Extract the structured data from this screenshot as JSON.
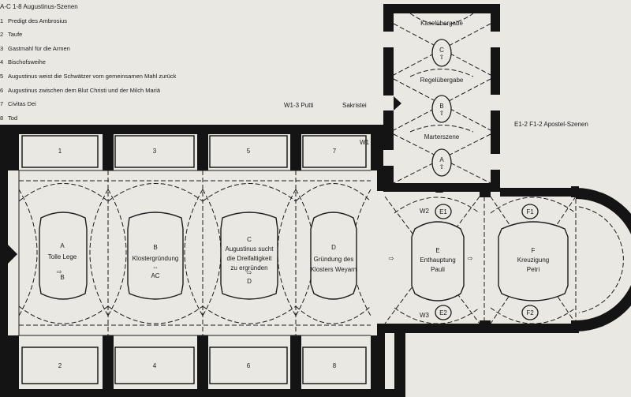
{
  "legend": {
    "header": "A-C  1-8  Augustinus-Szenen",
    "items": [
      {
        "num": "1",
        "label": "Predigt des Ambrosius"
      },
      {
        "num": "2",
        "label": "Taufe"
      },
      {
        "num": "3",
        "label": "Gastmahl für die Armen"
      },
      {
        "num": "4",
        "label": "Bischofsweihe"
      },
      {
        "num": "5",
        "label": "Augustinus weist die Schwätzer vom gemeinsamen Mahl zurück"
      },
      {
        "num": "6",
        "label": "Augustinus zwischen dem Blut Christi und der Milch Mariä"
      },
      {
        "num": "7",
        "label": "Civitas Dei"
      },
      {
        "num": "8",
        "label": "Tod"
      }
    ]
  },
  "labels": {
    "putti": "W1-3  Putti",
    "sakristei": "Sakristei",
    "apostel": "E1-2  F1-2  Apostel-Szenen",
    "w1": "W1",
    "w2": "W2",
    "w3": "W3"
  },
  "sacristy": [
    {
      "title": "Kaselübergabe",
      "letter": "C"
    },
    {
      "title": "Regelübergabe",
      "letter": "B"
    },
    {
      "title": "Marterszene",
      "letter": "A"
    }
  ],
  "bays": [
    {
      "letter": "A",
      "lines": [
        "Tolle Lege"
      ],
      "ref": "B",
      "top": "1",
      "bottom": "2"
    },
    {
      "letter": "B",
      "lines": [
        "Klostergründung"
      ],
      "ref": "AC",
      "top": "3",
      "bottom": "4"
    },
    {
      "letter": "C",
      "lines": [
        "Augustinus sucht",
        "die Dreifaltigkeit",
        "zu ergründen"
      ],
      "ref": "D",
      "top": "5",
      "bottom": "6"
    },
    {
      "letter": "D",
      "lines": [
        "Gründung des",
        "Klosters Weyarn"
      ],
      "ref": "",
      "top": "7",
      "bottom": "8"
    }
  ],
  "choir": [
    {
      "letter": "E",
      "lines": [
        "Enthauptung",
        "Pauli"
      ],
      "top": "E1",
      "bottom": "E2"
    },
    {
      "letter": "F",
      "lines": [
        "Kreuzigung",
        "Petri"
      ],
      "top": "F1",
      "bottom": "F2"
    }
  ]
}
